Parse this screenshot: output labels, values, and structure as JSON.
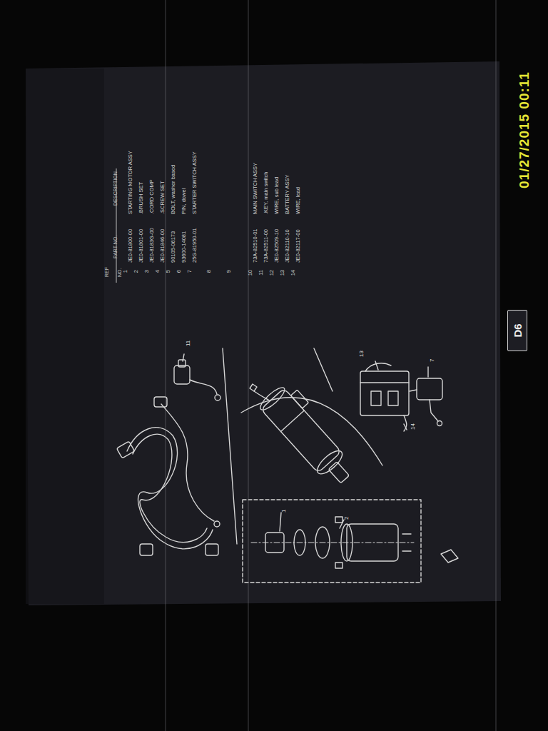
{
  "diagram": {
    "nodes": [
      {
        "text": [
          "D6"
        ]
      }
    ],
    "labels": [
      "REF NO.",
      "PART NO.",
      "DESCRIPTION",
      "1",
      "JE0-81800-00",
      "STARTING MOTOR ASSY",
      "2",
      "JE0-81801-00",
      ".BRUSH SET",
      "3",
      "JE0-8183G-00",
      ".CORD COMP",
      "4",
      "JE0-81846-00",
      ".SCREW SET",
      "5",
      "90105-06173",
      "BOLT, washer based",
      "6",
      "93600-14081",
      "PIN, dowel",
      "7",
      "25G-81950-01",
      "STARTER SWITCH ASSY",
      "8",
      "9",
      "10",
      "73A-82510-01",
      "MAIN SWITCH ASSY",
      "11",
      "73A-82511-00",
      ".KEY, main switch",
      "12",
      "JE0-82509-10",
      "WIRE, sub lead",
      "13",
      "JE0-82110-10",
      "BATTERY ASSY",
      "14",
      "JE0-82117-00",
      "WIRE, lead",
      "11",
      "13",
      "7",
      "14",
      "2",
      "1",
      "01/27/2015 00:11"
    ]
  }
}
